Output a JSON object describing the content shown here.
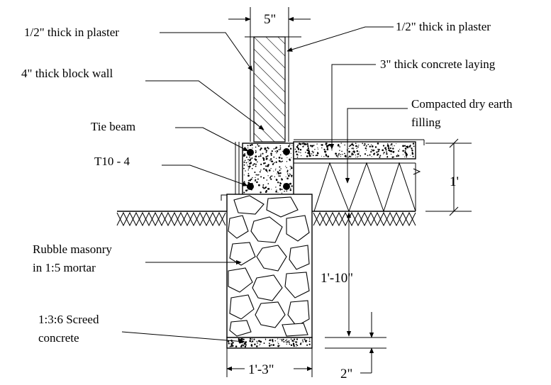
{
  "labels": {
    "plaster_left": "1/2\" thick in plaster",
    "plaster_right": "1/2\" thick in plaster",
    "block_wall": "4\" thick block wall",
    "concrete_laying": "3\" thick concrete laying",
    "earth_line1": "Compacted dry earth",
    "earth_line2": "filling",
    "tie_beam": "Tie beam",
    "rebar": "T10 - 4",
    "rubble_line1": "Rubble masonry",
    "rubble_line2": "in 1:5 mortar",
    "screed_line1": "1:3:6 Screed",
    "screed_line2": "concrete"
  },
  "dimensions": {
    "wall_width": "5\"",
    "filling_depth": "1'",
    "footing_depth": "1'-10\"",
    "screed_thickness": "2\"",
    "footing_width": "1'-3\""
  }
}
